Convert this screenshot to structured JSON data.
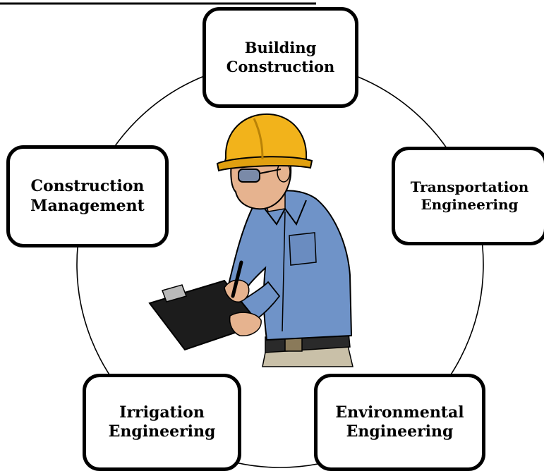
{
  "nodes": {
    "building_construction": "Building\nConstruction",
    "transportation_engineering": "Transportation\nEngineering",
    "environmental_engineering": "Environmental\nEngineering",
    "irrigation_engineering": "Irrigation\nEngineering",
    "construction_management": "Construction\nManagement"
  },
  "illustration": {
    "icon": "engineer-with-hard-hat-and-clipboard-icon"
  },
  "colors": {
    "hard_hat": "#f2b31b",
    "shirt": "#6f93c8",
    "skin": "#e6b38f",
    "clipboard": "#1c1c1c",
    "belt": "#2a2a2a",
    "pants": "#c9c0a8",
    "outline": "#000000"
  }
}
